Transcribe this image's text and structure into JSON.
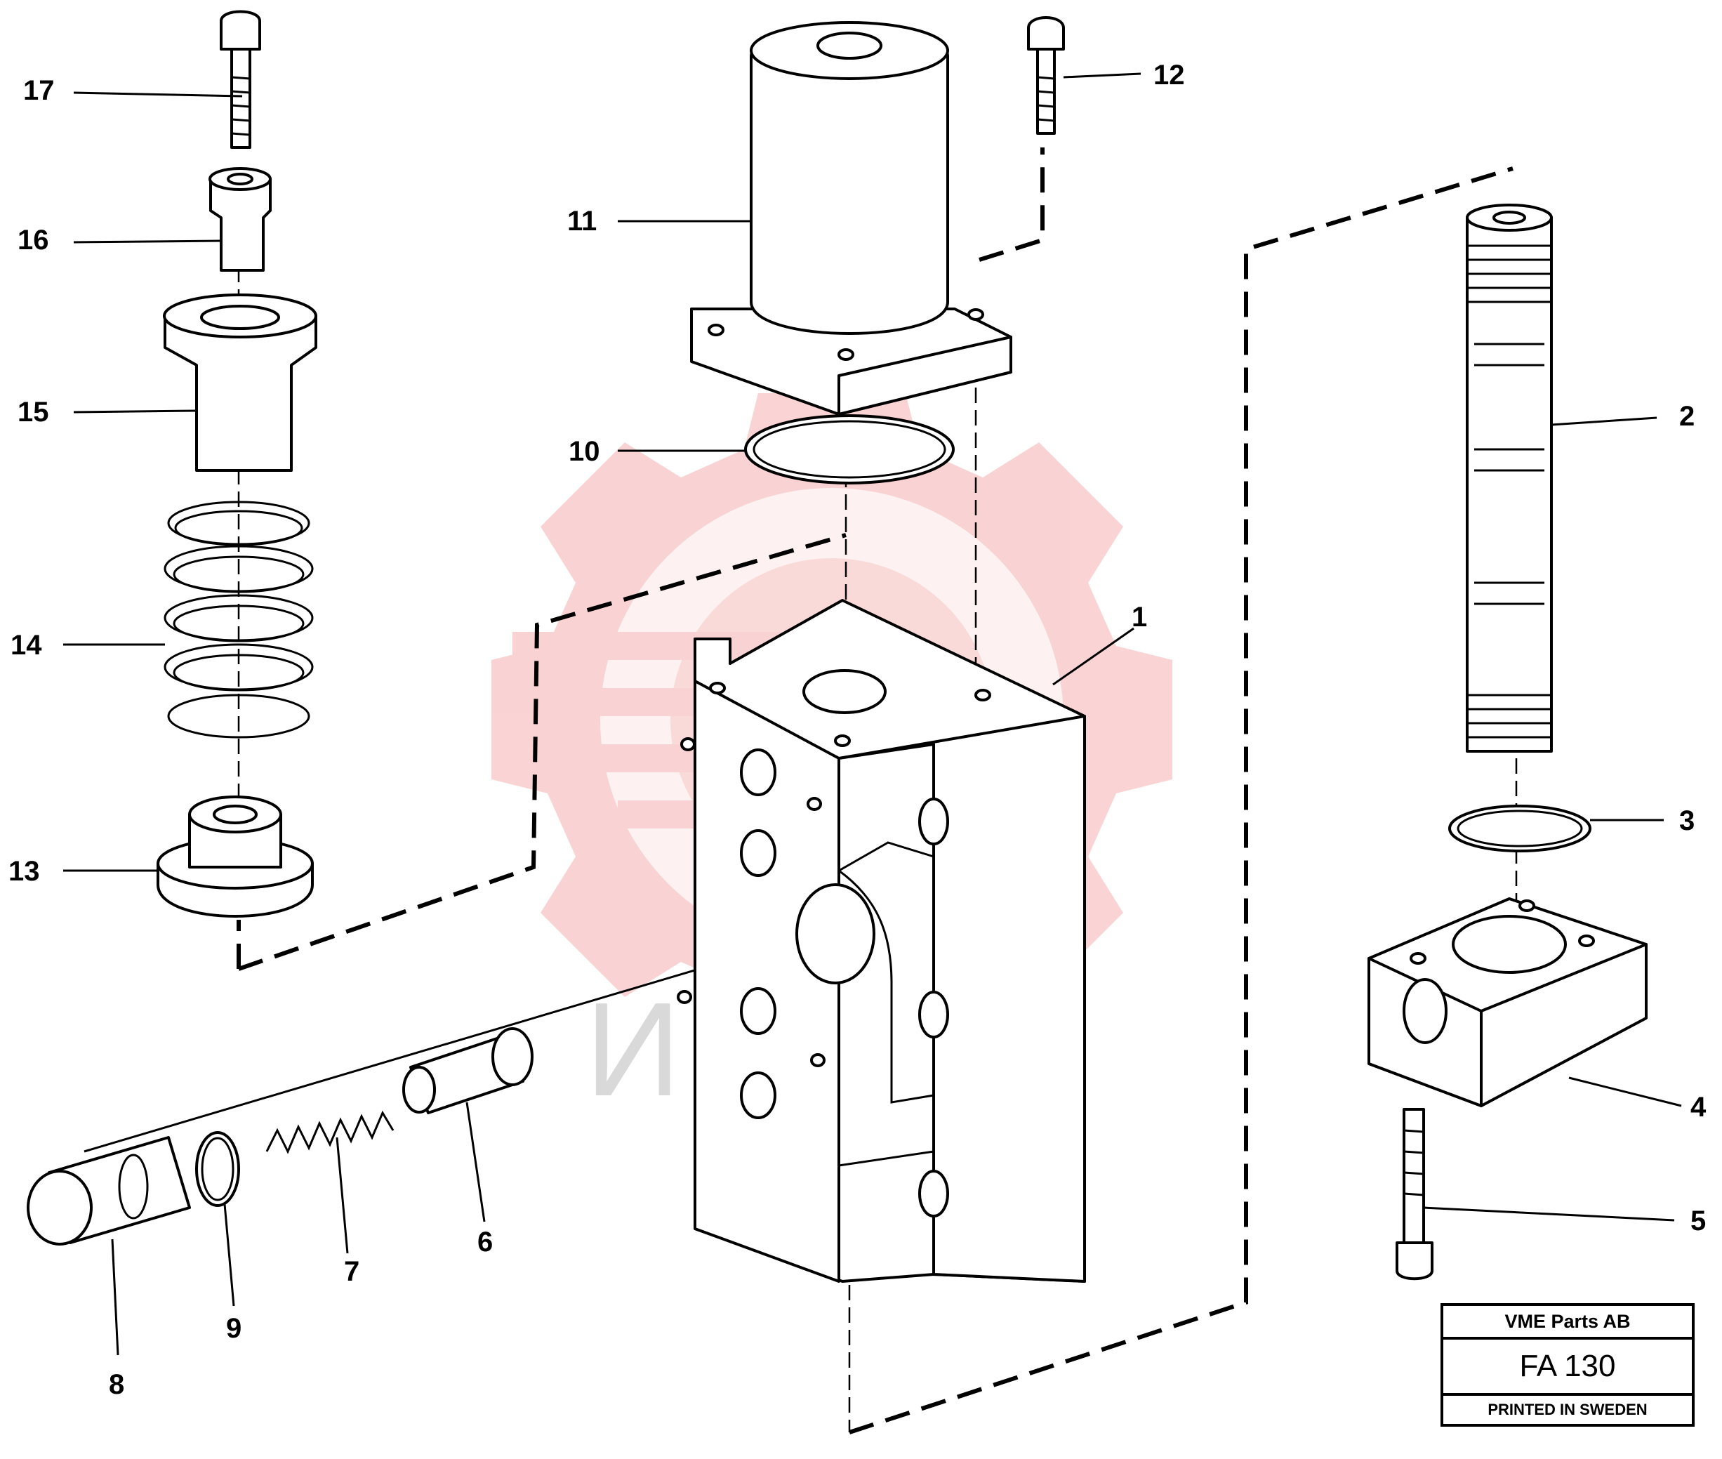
{
  "title_block": {
    "company": "VME Parts AB",
    "drawing_number": "FA 130",
    "printed": "PRINTED IN SWEDEN"
  },
  "watermark": {
    "text": "ИНТЕХ"
  },
  "callouts": [
    {
      "id": "1",
      "label": "1"
    },
    {
      "id": "2",
      "label": "2"
    },
    {
      "id": "3",
      "label": "3"
    },
    {
      "id": "4",
      "label": "4"
    },
    {
      "id": "5",
      "label": "5"
    },
    {
      "id": "6",
      "label": "6"
    },
    {
      "id": "7",
      "label": "7"
    },
    {
      "id": "8",
      "label": "8"
    },
    {
      "id": "9",
      "label": "9"
    },
    {
      "id": "10",
      "label": "10"
    },
    {
      "id": "11",
      "label": "11"
    },
    {
      "id": "12",
      "label": "12"
    },
    {
      "id": "13",
      "label": "13"
    },
    {
      "id": "14",
      "label": "14"
    },
    {
      "id": "15",
      "label": "15"
    },
    {
      "id": "16",
      "label": "16"
    },
    {
      "id": "17",
      "label": "17"
    }
  ]
}
